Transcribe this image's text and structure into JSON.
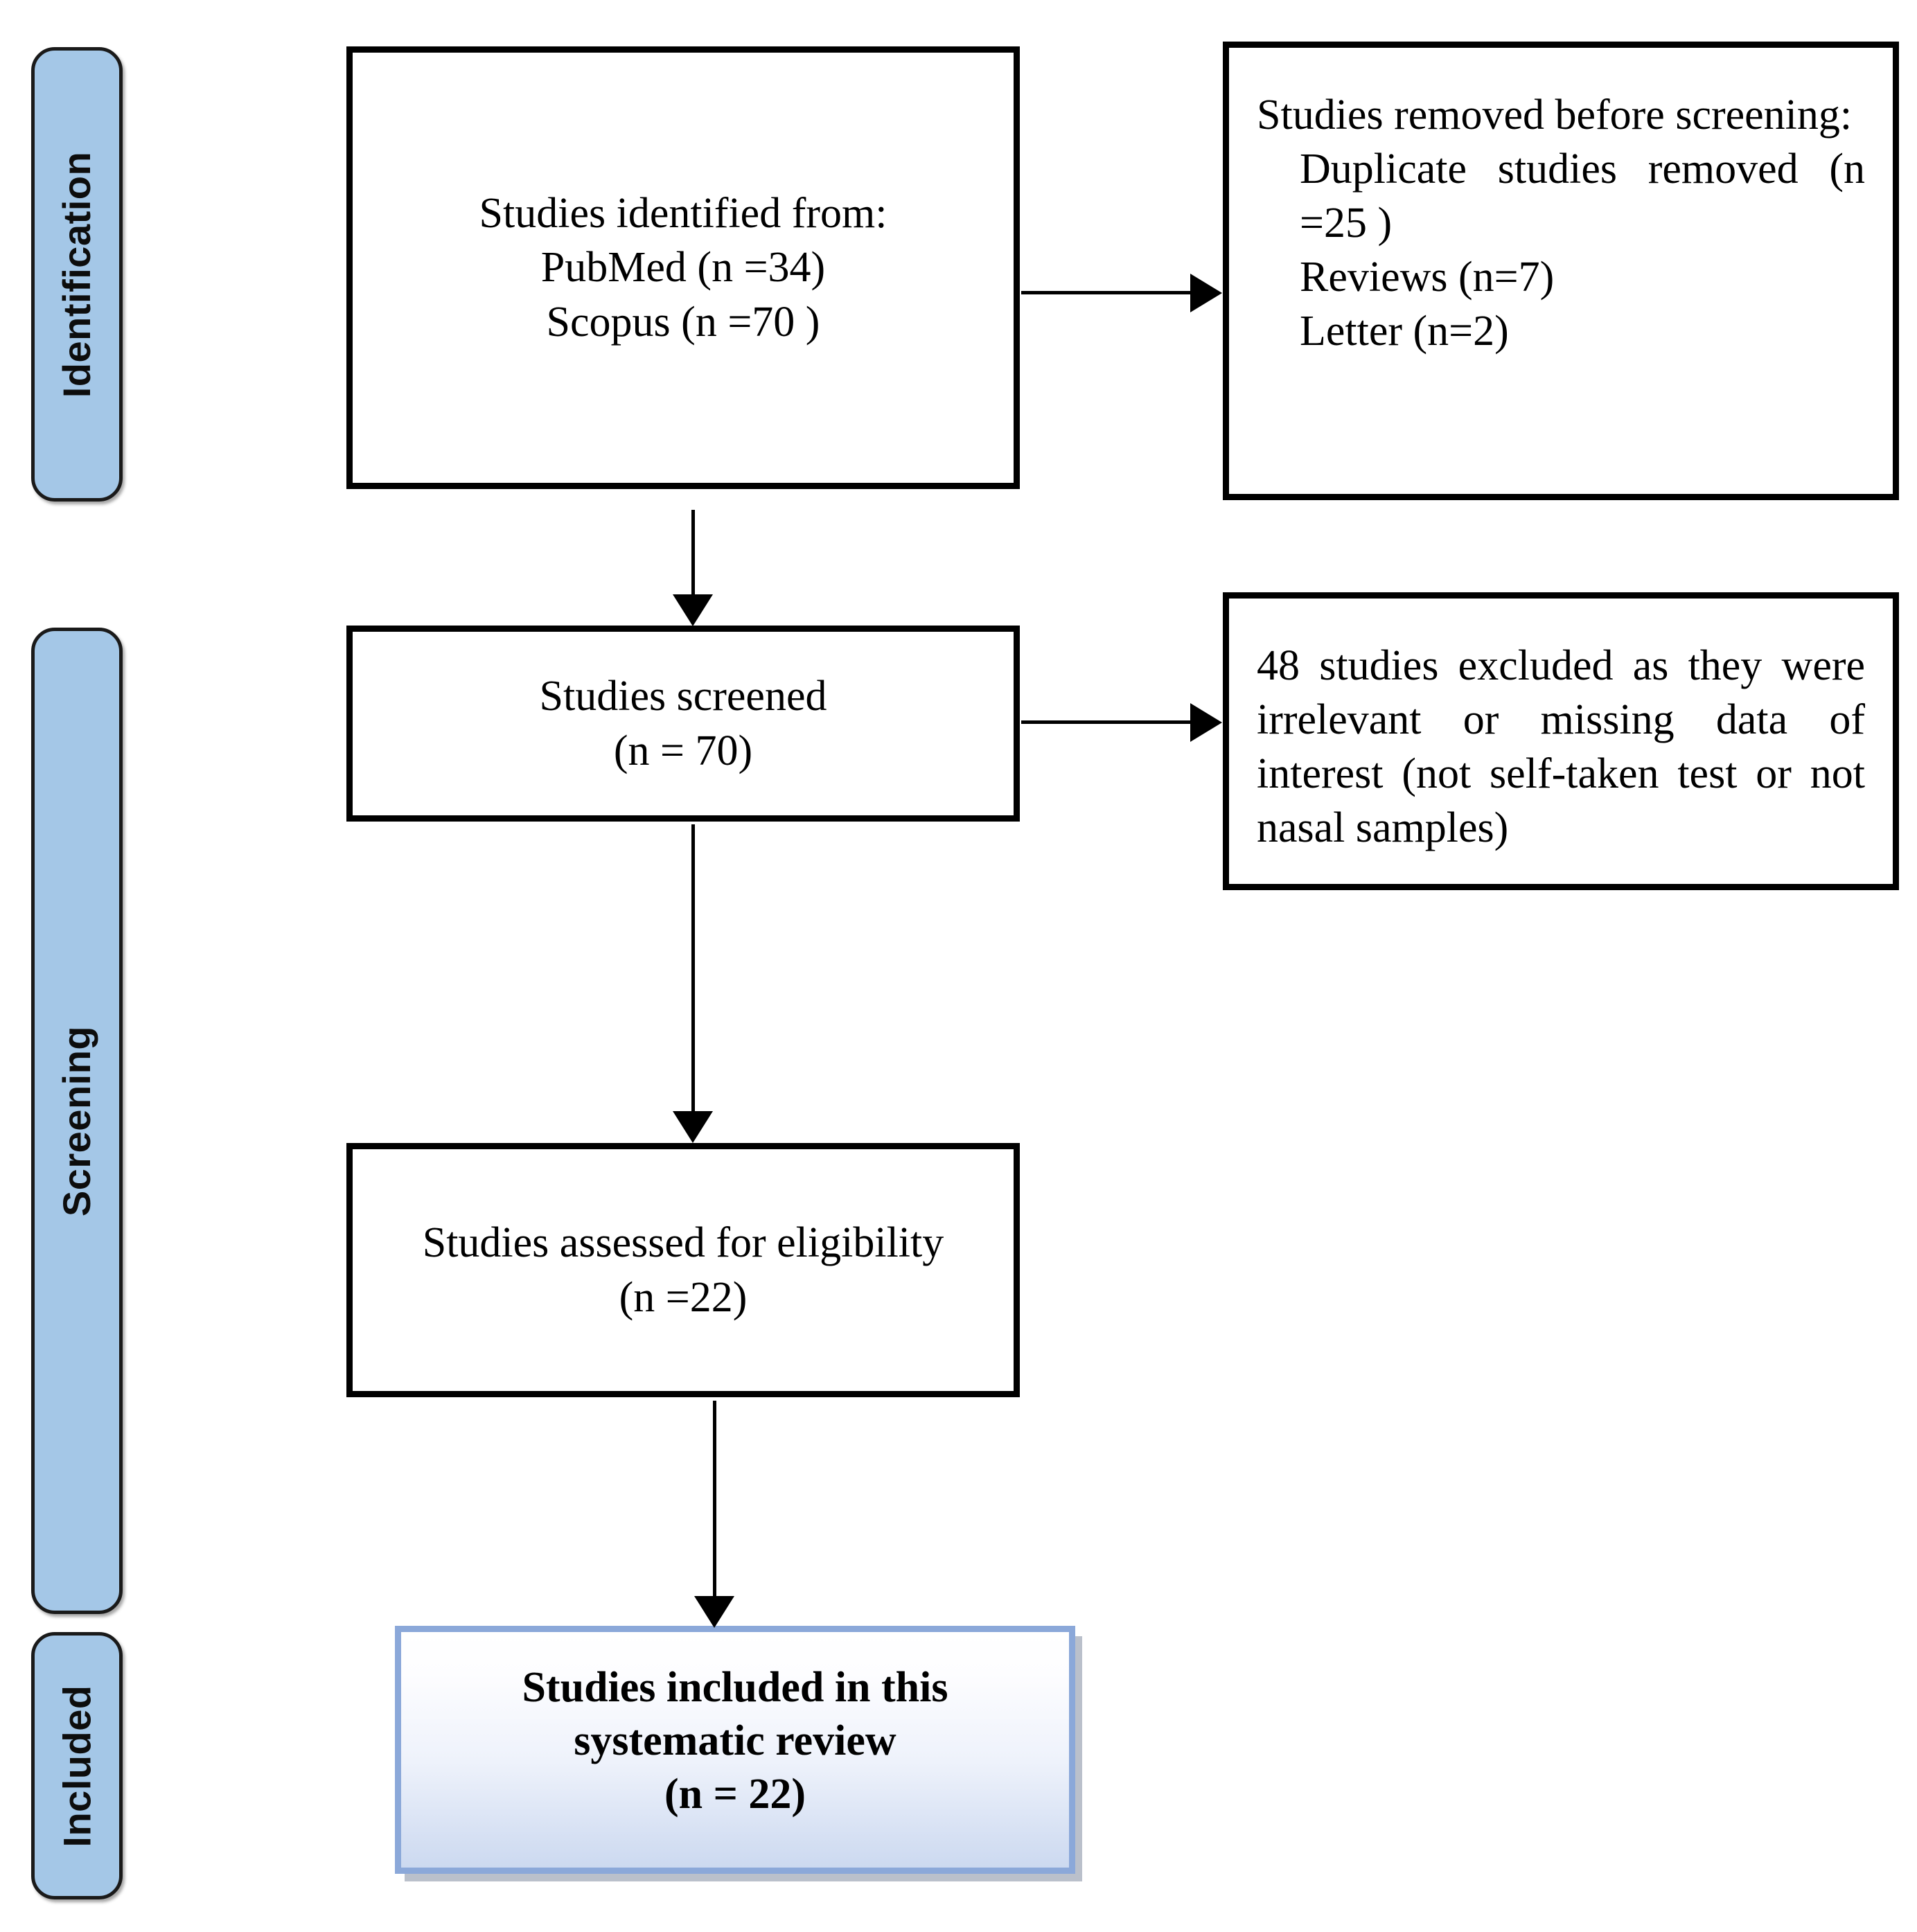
{
  "diagram": {
    "type": "prisma-flow-diagram",
    "accent_color": "#a4c7e7",
    "border_color": "#000000",
    "included_box_border_color": "#8ba8d9"
  },
  "stages": [
    {
      "id": "identification",
      "label": "Identification"
    },
    {
      "id": "screening",
      "label": "Screening"
    },
    {
      "id": "included",
      "label": "Included"
    }
  ],
  "boxes": {
    "identified": {
      "line1": "Studies identified from:",
      "line2": "PubMed (n =34)",
      "line3": "Scopus (n =70 )"
    },
    "removed": {
      "line1": "Studies removed before screening:",
      "line2": "Duplicate studies removed (n =25 )",
      "line3": "Reviews (n=7)",
      "line4": "Letter (n=2)"
    },
    "screened": {
      "line1": "Studies screened",
      "line2": "(n = 70)"
    },
    "excluded": {
      "line1": "48 studies excluded as they were irrelevant or missing data of interest (not self-taken test or not nasal samples)"
    },
    "eligibility": {
      "line1": "Studies assessed for eligibility",
      "line2": "(n =22)"
    },
    "included": {
      "line1": "Studies included in this",
      "line2": "systematic review",
      "line3": "(n = 22)"
    }
  },
  "counts": {
    "pubmed": 34,
    "scopus": 70,
    "duplicates_removed": 25,
    "reviews_removed": 7,
    "letters_removed": 2,
    "screened": 70,
    "excluded_at_screening": 48,
    "assessed_for_eligibility": 22,
    "included": 22
  }
}
